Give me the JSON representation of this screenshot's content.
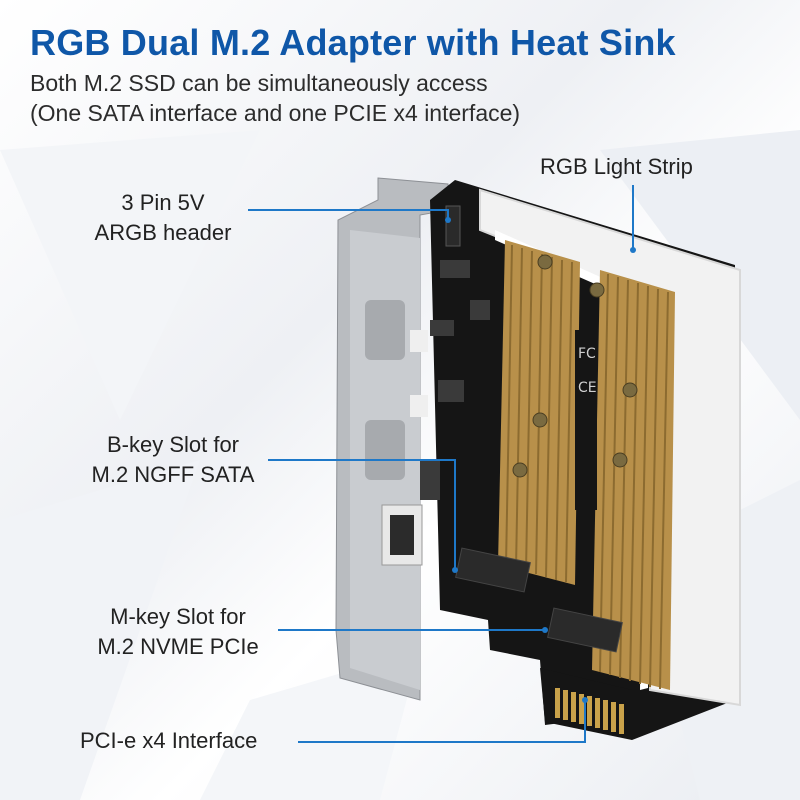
{
  "header": {
    "title": "RGB Dual M.2 Adapter with Heat Sink",
    "subtitle_line1": "Both M.2 SSD can be simultaneously access",
    "subtitle_line2": "(One SATA interface and one PCIE x4 interface)"
  },
  "callouts": {
    "rgb_strip": "RGB Light Strip",
    "argb_line1": "3 Pin 5V",
    "argb_line2": "ARGB header",
    "bkey_line1": "B-key Slot for",
    "bkey_line2": "M.2 NGFF SATA",
    "mkey_line1": "M-key Slot for",
    "mkey_line2": "M.2 NVME PCIe",
    "pcie": "PCI-e x4 Interface"
  },
  "colors": {
    "title": "#0f57a8",
    "callout_line": "#1e78c8",
    "pcb": "#141414",
    "heatsink": "#b8904a",
    "gold_finger": "#c9a24a"
  }
}
